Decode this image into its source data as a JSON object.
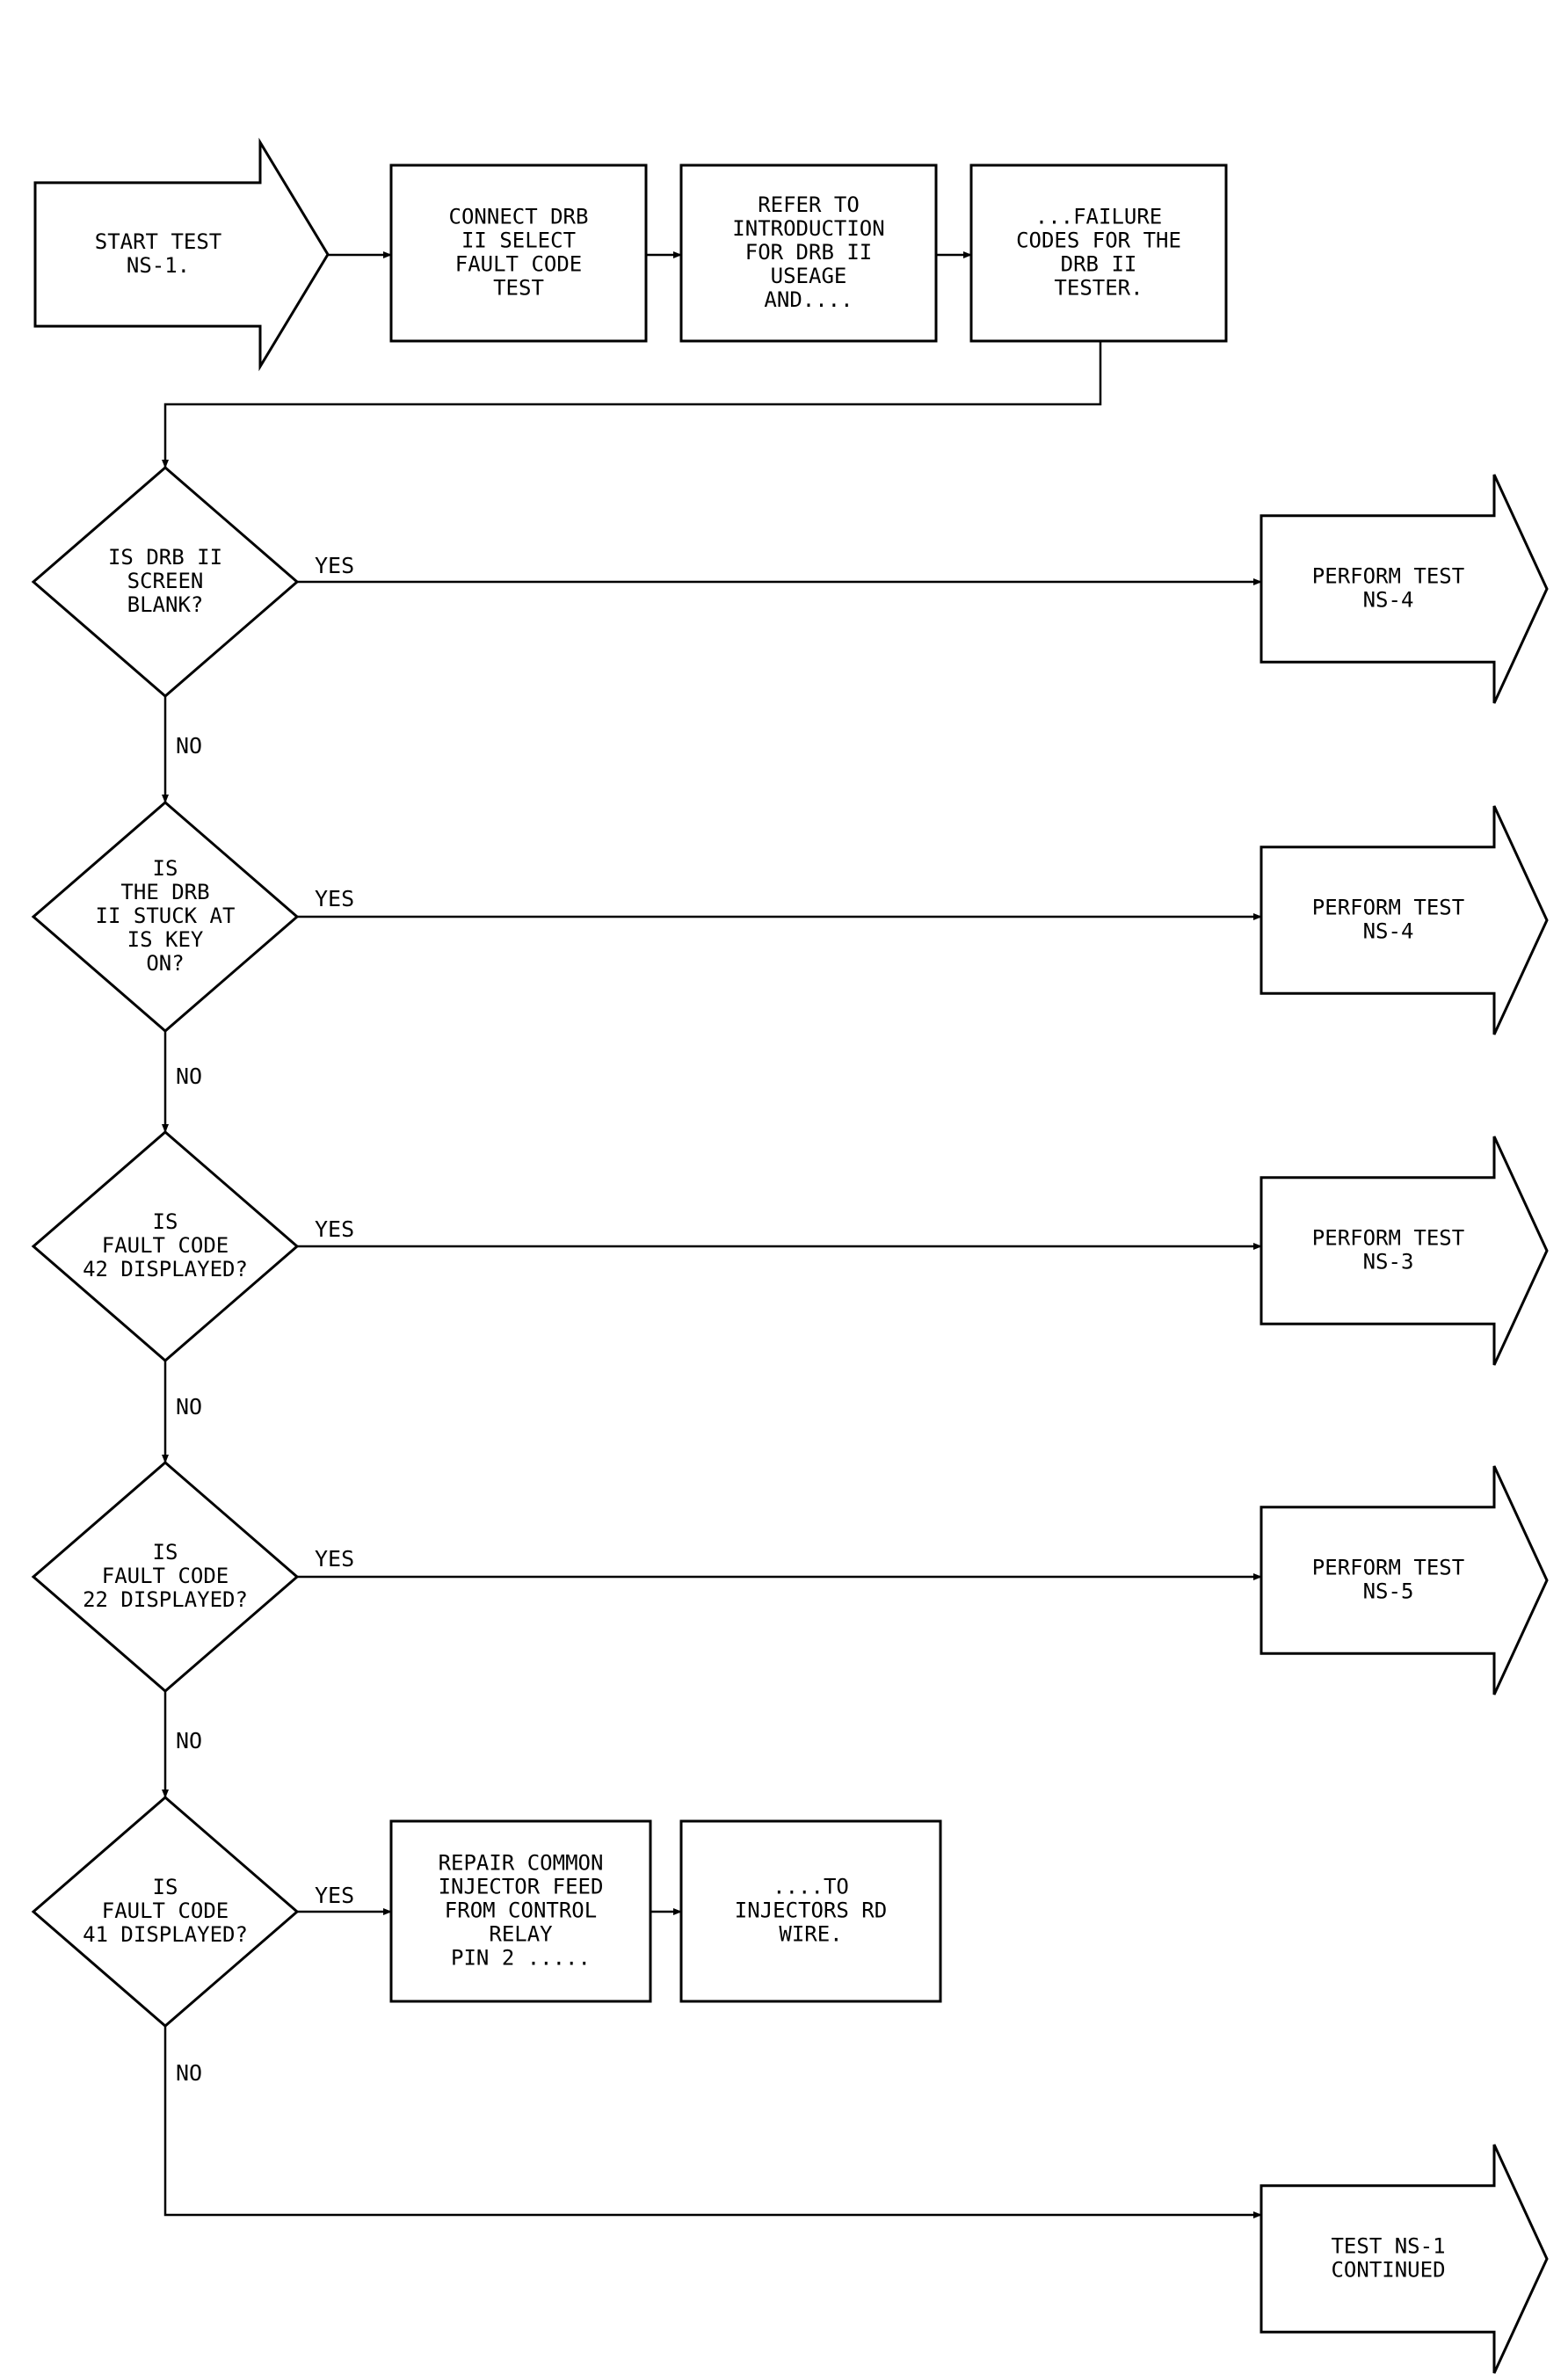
{
  "diagram": {
    "nodes": [
      {
        "id": "start",
        "shape": "arrow",
        "lines": [
          "START TEST",
          "NS-1."
        ]
      },
      {
        "id": "connect",
        "shape": "box",
        "lines": [
          "CONNECT DRB",
          "II SELECT",
          "FAULT CODE",
          "TEST"
        ]
      },
      {
        "id": "refer",
        "shape": "box",
        "lines": [
          "REFER TO",
          "INTRODUCTION",
          "FOR DRB II",
          "USEAGE",
          "AND...."
        ]
      },
      {
        "id": "failure",
        "shape": "box",
        "lines": [
          "...FAILURE",
          "CODES FOR THE",
          "DRB II",
          "TESTER."
        ]
      },
      {
        "id": "q-blank",
        "shape": "diamond",
        "lines": [
          "IS DRB II",
          "SCREEN",
          "BLANK?"
        ]
      },
      {
        "id": "ns4-a",
        "shape": "arrow",
        "lines": [
          "PERFORM TEST",
          "NS-4"
        ]
      },
      {
        "id": "q-stuck",
        "shape": "diamond",
        "lines": [
          "IS",
          "THE DRB",
          "II STUCK AT",
          "IS KEY",
          "ON?"
        ]
      },
      {
        "id": "ns4-b",
        "shape": "arrow",
        "lines": [
          "PERFORM TEST",
          "NS-4"
        ]
      },
      {
        "id": "q-42",
        "shape": "diamond",
        "lines": [
          "IS",
          "FAULT CODE",
          "42 DISPLAYED?"
        ]
      },
      {
        "id": "ns3",
        "shape": "arrow",
        "lines": [
          "PERFORM TEST",
          "NS-3"
        ]
      },
      {
        "id": "q-22",
        "shape": "diamond",
        "lines": [
          "IS",
          "FAULT CODE",
          "22 DISPLAYED?"
        ]
      },
      {
        "id": "ns5",
        "shape": "arrow",
        "lines": [
          "PERFORM TEST",
          "NS-5"
        ]
      },
      {
        "id": "q-41",
        "shape": "diamond",
        "lines": [
          "IS",
          "FAULT CODE",
          "41 DISPLAYED?"
        ]
      },
      {
        "id": "repair",
        "shape": "box",
        "lines": [
          "REPAIR COMMON",
          "INJECTOR FEED",
          "FROM CONTROL",
          "RELAY",
          "PIN 2 ....."
        ]
      },
      {
        "id": "injectors",
        "shape": "box",
        "lines": [
          "....TO",
          "INJECTORS RD",
          "WIRE."
        ]
      },
      {
        "id": "continued",
        "shape": "arrow",
        "lines": [
          "TEST NS-1",
          "CONTINUED"
        ]
      }
    ],
    "edges": [
      {
        "from": "start",
        "to": "connect",
        "label": ""
      },
      {
        "from": "connect",
        "to": "refer",
        "label": ""
      },
      {
        "from": "refer",
        "to": "failure",
        "label": ""
      },
      {
        "from": "failure",
        "to": "q-blank",
        "label": ""
      },
      {
        "from": "q-blank",
        "to": "ns4-a",
        "label": "YES"
      },
      {
        "from": "q-blank",
        "to": "q-stuck",
        "label": "NO"
      },
      {
        "from": "q-stuck",
        "to": "ns4-b",
        "label": "YES"
      },
      {
        "from": "q-stuck",
        "to": "q-42",
        "label": "NO"
      },
      {
        "from": "q-42",
        "to": "ns3",
        "label": "YES"
      },
      {
        "from": "q-42",
        "to": "q-22",
        "label": "NO"
      },
      {
        "from": "q-22",
        "to": "ns5",
        "label": "YES"
      },
      {
        "from": "q-22",
        "to": "q-41",
        "label": "NO"
      },
      {
        "from": "q-41",
        "to": "repair",
        "label": "YES"
      },
      {
        "from": "repair",
        "to": "injectors",
        "label": ""
      },
      {
        "from": "q-41",
        "to": "continued",
        "label": "NO"
      }
    ]
  }
}
